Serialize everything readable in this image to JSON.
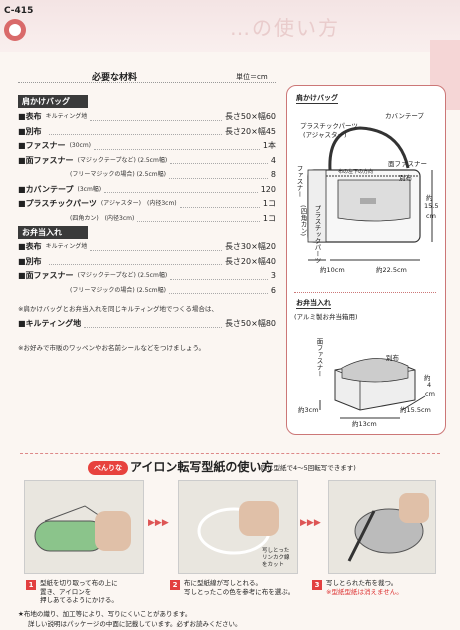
{
  "header": {
    "code": "C-415",
    "faded_title": "…の使い方"
  },
  "materials": {
    "title": "必要な材料",
    "unit": "単位＝cm",
    "shoulder_bag": {
      "label": "肩かけバッグ",
      "rows": [
        {
          "name": "表布",
          "sub": "キルティング地",
          "value": "長さ50×幅60"
        },
        {
          "name": "別布",
          "sub": "",
          "value": "長さ20×幅45"
        },
        {
          "name": "ファスナー",
          "sub": "(30cm)",
          "value": "1本"
        },
        {
          "name": "面ファスナー",
          "sub": "(マジックテープなど) (2.5cm幅)",
          "value": "4"
        },
        {
          "name": "",
          "sub": "(フリーマジックの場合) (2.5cm幅)",
          "value": "8"
        },
        {
          "name": "カバンテープ",
          "sub": "(3cm幅)",
          "value": "120"
        },
        {
          "name": "プラスチックパーツ",
          "sub": "(アジャスター)　(内径3cm)",
          "value": "1コ"
        },
        {
          "name": "",
          "sub": "(四角カン)　(内径3cm)",
          "value": "1コ"
        }
      ]
    },
    "lunch_cover": {
      "label": "お弁当入れ",
      "rows": [
        {
          "name": "表布",
          "sub": "キルティング地",
          "value": "長さ30×幅20"
        },
        {
          "name": "別布",
          "sub": "",
          "value": "長さ20×幅40"
        },
        {
          "name": "面ファスナー",
          "sub": "(マジックテープなど) (2.5cm幅)",
          "value": "3"
        },
        {
          "name": "",
          "sub": "(フリーマジックの場合) (2.5cm幅)",
          "value": "6"
        }
      ]
    },
    "note1": "※肩かけバッグとお弁当入れを同じキルティング地でつくる場合は、",
    "quilt_row": {
      "name": "キルティング地",
      "value": "長さ50×幅80"
    },
    "note2": "※お好みで市販のワッペンやお名前シールなどをつけましょう。"
  },
  "diagram": {
    "bag_tag": "肩かけバッグ",
    "bag_labels": {
      "plastic": "プラスチックパーツ",
      "adjuster": "(アジャスター)",
      "tape": "カバンテープ",
      "velcro": "面ファスナー",
      "zipper": "ファスナー",
      "square": "(四角カン)",
      "plastic2": "プラスチックパーツ",
      "cloth": "別布",
      "h": "約",
      "h2": "15.5",
      "h3": "cm",
      "w1": "約10cm",
      "w2": "約22.5cm",
      "pocket": "布の左下の方向"
    },
    "lunch_tag": "お弁当入れ",
    "lunch_sub": "(アルミ製お弁当箱用)",
    "lunch_labels": {
      "velcro": "面ファスナー",
      "cloth": "別布",
      "h": "約",
      "h2": "4",
      "h3": "cm",
      "d": "約3cm",
      "w": "約13cm",
      "w2": "約15.5cm"
    }
  },
  "howto": {
    "tag": "べんりな",
    "title": "アイロン転写型紙の使い方",
    "sub": "(同じ型紙で4〜5回転写できます)",
    "steps": [
      {
        "num": "1",
        "lines": [
          "型紙を切り取って布の上に",
          "置き、アイロンを",
          "押しあてるようにかける。"
        ]
      },
      {
        "num": "2",
        "lines": [
          "布に型紙線が写しとれる。",
          "写しとったこの色を参考に布を選ぶ。"
        ],
        "extra": [
          "写しとった",
          "リンカク線",
          "をカット"
        ]
      },
      {
        "num": "3",
        "lines": [
          "写しとられた布を裁つ。",
          "※型紙型紙は消えません。"
        ]
      }
    ]
  },
  "footer": {
    "line1": "★布地の織り、加工等により、写りにくいことがあります。",
    "line2": "詳しい説明はパッケージの中面に記載しています。必ずお読みください。"
  }
}
